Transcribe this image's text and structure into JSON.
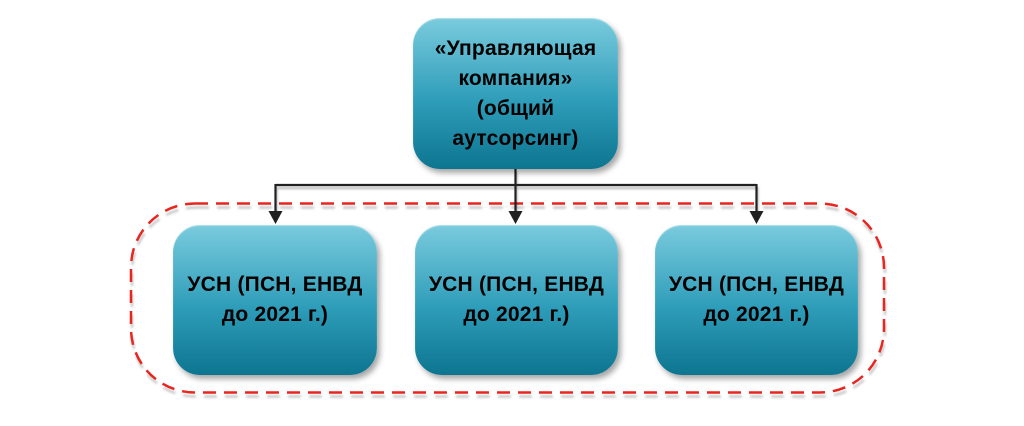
{
  "colors": {
    "background": "#ffffff",
    "box_gradient_top": "#7acbdd",
    "box_gradient_mid": "#2e9db9",
    "box_gradient_bottom": "#0d7590",
    "box_text": "#000000",
    "connector": "#212121",
    "dashed_border": "#e8251f"
  },
  "diagram": {
    "root_box": {
      "label": "«Управляющая\nкомпания»\n(общий\nаутсорсинг)"
    },
    "child_boxes": [
      {
        "label": "УСН (ПСН, ЕНВД\nдо 2021 г.)"
      },
      {
        "label": "УСН (ПСН, ЕНВД\nдо 2021 г.)"
      },
      {
        "label": "УСН (ПСН, ЕНВД\nдо 2021 г.)"
      }
    ]
  }
}
